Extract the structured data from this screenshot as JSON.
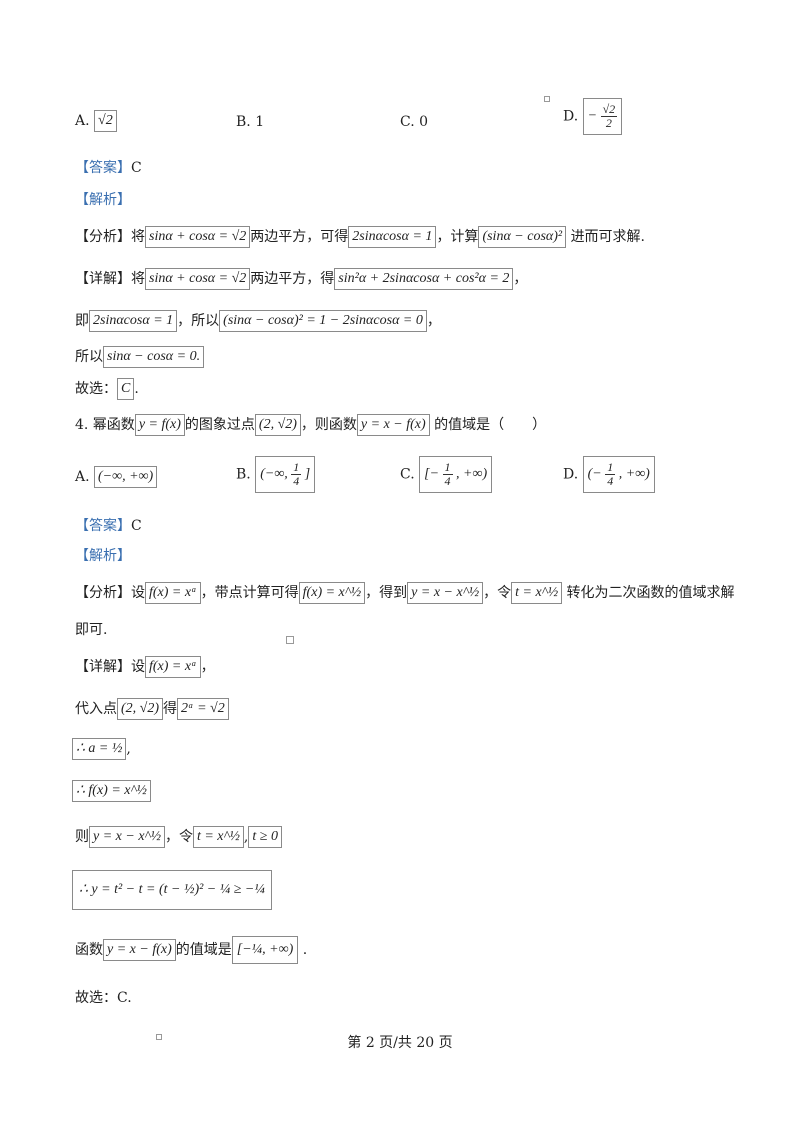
{
  "q3": {
    "options": [
      {
        "letter": "A.",
        "math": "√2"
      },
      {
        "letter": "B.",
        "text": "1"
      },
      {
        "letter": "C.",
        "text": "0"
      },
      {
        "letter": "D.",
        "num": "√2",
        "den": "2",
        "sign": "−"
      }
    ],
    "answer_tag": "【答案】",
    "answer": "C",
    "analysis_tag": "【解析】",
    "fenxi_tag": "【分析】",
    "fenxi_parts": [
      "将",
      "sinα + cosα = √2",
      "两边平方，可得",
      "2sinαcosα = 1",
      "，计算",
      "(sinα − cosα)²",
      "进而可求解."
    ],
    "xiangjie_tag": "【详解】",
    "xj1_parts": [
      "将",
      "sinα + cosα = √2",
      "两边平方，得",
      "sin²α + 2sinαcosα + cos²α = 2",
      "，"
    ],
    "xj2_parts": [
      "即",
      "2sinαcosα = 1",
      "，所以",
      "(sinα − cosα)² = 1 − 2sinαcosα = 0",
      "，"
    ],
    "xj3_parts": [
      "所以",
      "sinα − cosα = 0."
    ],
    "choose_prefix": "故选：",
    "choose_val": "C",
    "choose_end": "."
  },
  "q4": {
    "stem_parts": [
      "4. 幂函数",
      "y = f(x)",
      "的图象过点",
      "(2, √2)",
      "，则函数",
      "y = x − f(x)",
      "的值域是（　　）"
    ],
    "options": [
      {
        "letter": "A.",
        "math": "(−∞, +∞)"
      },
      {
        "letter": "B.",
        "left": "(−∞,",
        "num": "1",
        "den": "4",
        "right": "]"
      },
      {
        "letter": "C.",
        "left": "[−",
        "num": "1",
        "den": "4",
        "right": ", +∞)"
      },
      {
        "letter": "D.",
        "left": "(−",
        "num": "1",
        "den": "4",
        "right": ", +∞)"
      }
    ],
    "answer_tag": "【答案】",
    "answer": "C",
    "analysis_tag": "【解析】",
    "fenxi_tag": "【分析】",
    "fenxi_parts": [
      "设",
      "f(x) = xᵃ",
      "，带点计算可得",
      "f(x) = x^½",
      "，得到",
      "y = x − x^½",
      "，令",
      "t = x^½",
      "转化为二次函数的值域求解"
    ],
    "fenxi_tail": "即可.",
    "xiangjie_tag": "【详解】",
    "xj1_parts": [
      "设",
      "f(x) = xᵃ",
      "，"
    ],
    "xj2_parts": [
      "代入点",
      "(2, √2)",
      "得",
      "2ᵃ = √2"
    ],
    "xj3": "∴ a = ½",
    "xj3_end": ",",
    "xj4": "∴ f(x) = x^½",
    "xj5_parts": [
      "则",
      "y = x − x^½",
      "，令",
      "t = x^½",
      ",",
      "t ≥ 0"
    ],
    "xj6": "∴ y = t² − t = (t − ½)² − ¼ ≥ −¼",
    "xj7_parts": [
      "函数",
      "y = x − f(x)",
      "的值域是",
      "[−¼, +∞)",
      "."
    ],
    "choose": "故选：C."
  },
  "footer": "第 2 页/共 20 页"
}
